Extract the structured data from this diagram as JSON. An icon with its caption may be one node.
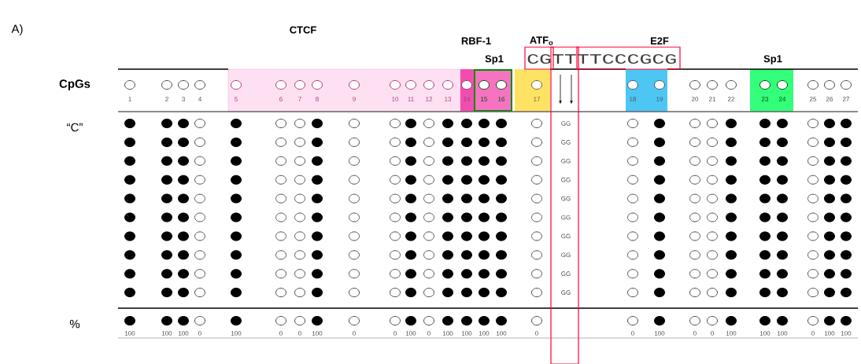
{
  "diagram": {
    "labels": [
      "A)",
      "CTCF",
      "RBF-1",
      "ATF$_{o}$",
      "E2F",
      "Sp1",
      "CGTTTTCCCGCG",
      "Sp1",
      "CpGs",
      "1",
      "2",
      "3",
      "4",
      "5",
      "6",
      "7",
      "8",
      "9",
      "10",
      "11",
      "12",
      "13",
      "14",
      "15",
      "16",
      "17",
      "18",
      "19",
      "20",
      "21",
      "22",
      "23",
      "24",
      "25",
      "26",
      "27",
      "“C”",
      "GG",
      "GG",
      "GG",
      "GG",
      "GG",
      "GG",
      "GG",
      "GG",
      "GG",
      "GG",
      "%",
      "100",
      "100",
      "100",
      "0",
      "100",
      "0",
      "0",
      "100",
      "0",
      "0",
      "100",
      "0",
      "100",
      "100",
      "100",
      "100",
      "0",
      "0",
      "100",
      "0",
      "0",
      "100",
      "100",
      "100",
      "0",
      "100",
      "100"
    ]
  }
}
